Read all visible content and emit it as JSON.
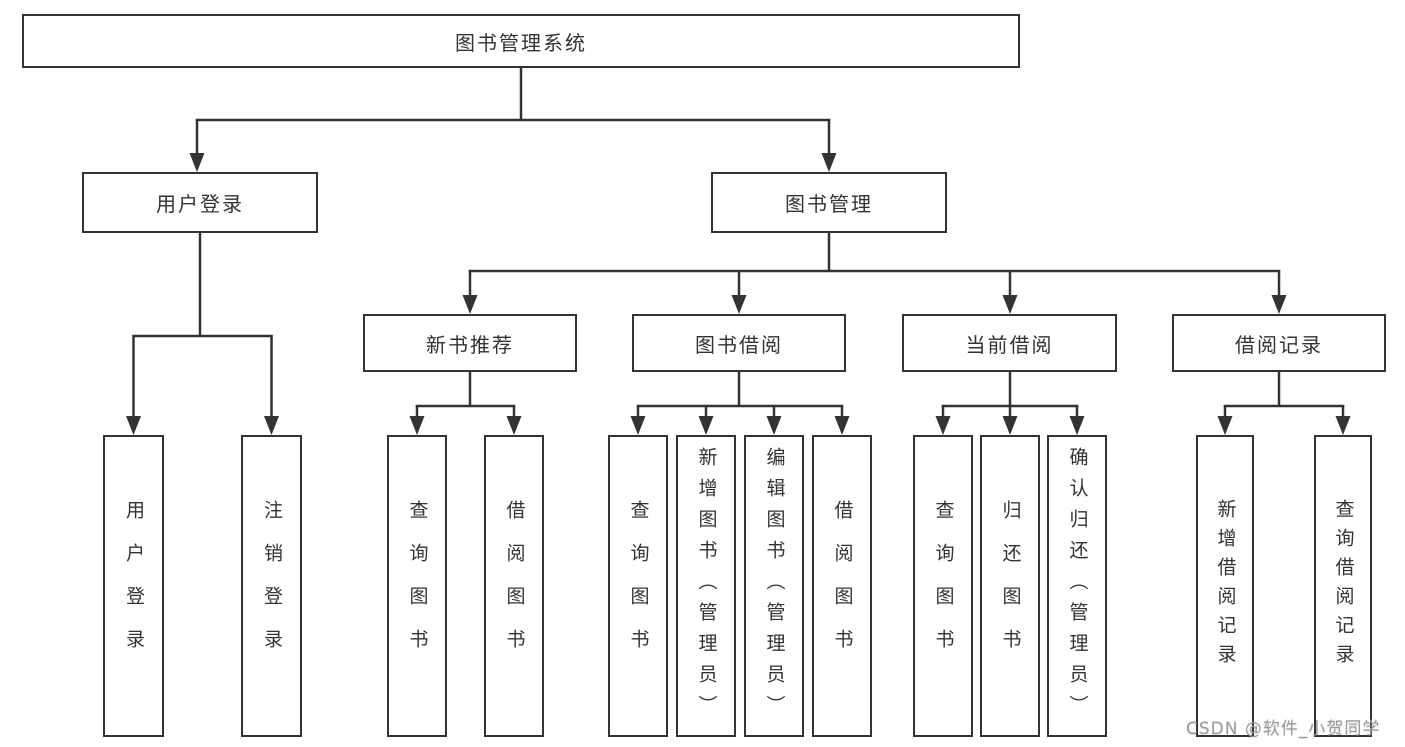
{
  "diagram": {
    "root": {
      "label": "图书管理系统"
    },
    "level2": [
      {
        "label": "用户登录"
      },
      {
        "label": "图书管理"
      }
    ],
    "level3": [
      {
        "label": "新书推荐",
        "parent": "图书管理"
      },
      {
        "label": "图书借阅",
        "parent": "图书管理"
      },
      {
        "label": "当前借阅",
        "parent": "图书管理"
      },
      {
        "label": "借阅记录",
        "parent": "图书管理"
      }
    ],
    "leaves": [
      {
        "label": "用户登录",
        "parent": "用户登录"
      },
      {
        "label": "注销登录",
        "parent": "用户登录"
      },
      {
        "label": "查询图书",
        "parent": "新书推荐"
      },
      {
        "label": "借阅图书",
        "parent": "新书推荐"
      },
      {
        "label": "查询图书",
        "parent": "图书借阅"
      },
      {
        "label": "新增图书（管理员）",
        "parent": "图书借阅"
      },
      {
        "label": "编辑图书（管理员）",
        "parent": "图书借阅"
      },
      {
        "label": "借阅图书",
        "parent": "图书借阅"
      },
      {
        "label": "查询图书",
        "parent": "当前借阅"
      },
      {
        "label": "归还图书",
        "parent": "当前借阅"
      },
      {
        "label": "确认归还（管理员）",
        "parent": "当前借阅"
      },
      {
        "label": "新增借阅记录",
        "parent": "借阅记录"
      },
      {
        "label": "查询借阅记录",
        "parent": "借阅记录"
      }
    ]
  },
  "watermark": {
    "text": "CSDN @软件_小贺同学"
  },
  "colors": {
    "line": "#333333",
    "text": "#333333",
    "watermark": "#9b9b9b",
    "background": "#ffffff"
  }
}
